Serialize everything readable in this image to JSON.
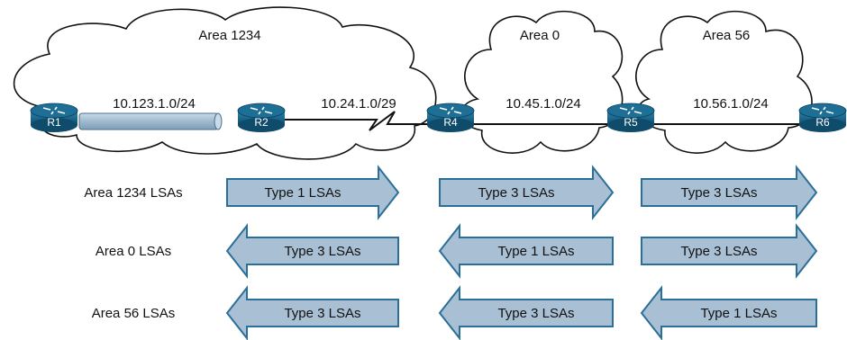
{
  "areas": {
    "area1234": "Area 1234",
    "area0": "Area 0",
    "area56": "Area 56"
  },
  "subnets": {
    "r1_r2": "10.123.1.0/24",
    "r2_r4": "10.24.1.0/29",
    "r4_r5": "10.45.1.0/24",
    "r5_r6": "10.56.1.0/24"
  },
  "routers": [
    "R1",
    "R2",
    "R4",
    "R5",
    "R6"
  ],
  "rows": [
    {
      "label": "Area 1234 LSAs",
      "arrows": [
        {
          "text": "Type 1 LSAs",
          "direction": "right"
        },
        {
          "text": "Type 3 LSAs",
          "direction": "right"
        },
        {
          "text": "Type 3 LSAs",
          "direction": "right"
        }
      ]
    },
    {
      "label": "Area 0 LSAs",
      "arrows": [
        {
          "text": "Type 3 LSAs",
          "direction": "left"
        },
        {
          "text": "Type 1 LSAs",
          "direction": "left"
        },
        {
          "text": "Type 3 LSAs",
          "direction": "right"
        }
      ]
    },
    {
      "label": "Area 56 LSAs",
      "arrows": [
        {
          "text": "Type 3 LSAs",
          "direction": "left"
        },
        {
          "text": "Type 3 LSAs",
          "direction": "left"
        },
        {
          "text": "Type 1 LSAs",
          "direction": "left"
        }
      ]
    }
  ],
  "colors": {
    "router": "#1d6f96",
    "router_dark": "#0f4c6b",
    "arrow_fill": "#a9bfd3",
    "arrow_stroke": "#2a6f97",
    "cable": "#9fb9cf",
    "cloud_stroke": "#111111"
  }
}
